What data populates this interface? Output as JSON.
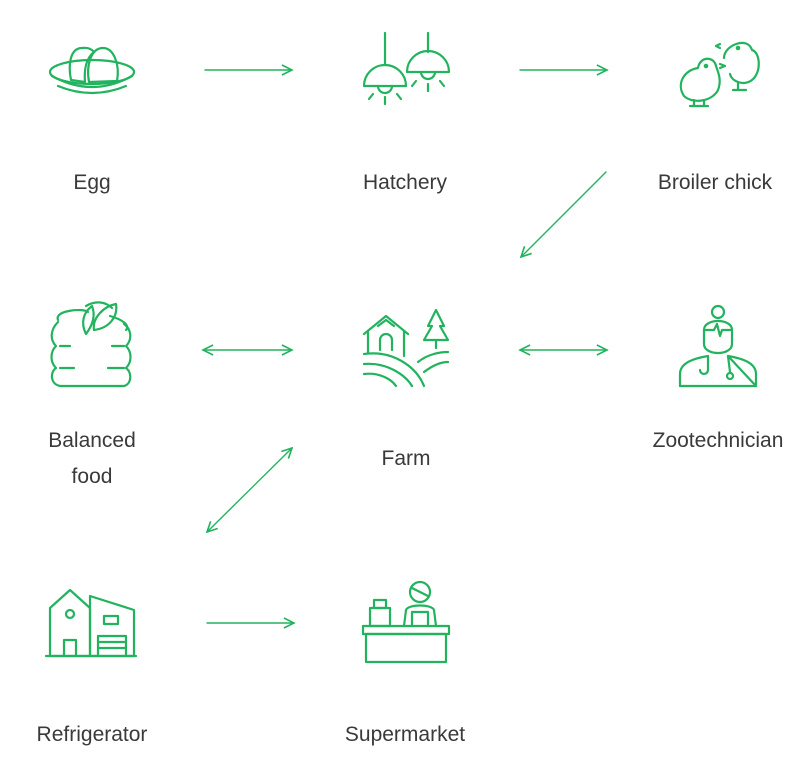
{
  "accent_color": "#22b35e",
  "nodes": {
    "egg": {
      "label": "Egg",
      "icon": "egg-nest-icon"
    },
    "hatchery": {
      "label": "Hatchery",
      "icon": "hanging-lamps-icon"
    },
    "broiler_chick": {
      "label": "Broiler chick",
      "icon": "chicks-icon"
    },
    "balanced_food": {
      "label_line1": "Balanced",
      "label_line2": "food",
      "icon": "feed-sack-icon"
    },
    "farm": {
      "label": "Farm",
      "icon": "farm-icon"
    },
    "zootechnician": {
      "label": "Zootechnician",
      "icon": "veterinarian-icon"
    },
    "refrigerator": {
      "label": "Refrigerator",
      "icon": "cold-storage-building-icon"
    },
    "supermarket": {
      "label": "Supermarket",
      "icon": "cashier-icon"
    }
  },
  "edges": [
    {
      "from": "Egg",
      "to": "Hatchery",
      "type": "one-way"
    },
    {
      "from": "Hatchery",
      "to": "Broiler chick",
      "type": "one-way"
    },
    {
      "from": "Broiler chick",
      "to": "Farm",
      "type": "one-way"
    },
    {
      "from": "Farm",
      "to": "Balanced food",
      "type": "two-way"
    },
    {
      "from": "Farm",
      "to": "Zootechnician",
      "type": "two-way"
    },
    {
      "from": "Farm",
      "to": "Refrigerator",
      "type": "two-way"
    },
    {
      "from": "Refrigerator",
      "to": "Supermarket",
      "type": "one-way"
    }
  ]
}
